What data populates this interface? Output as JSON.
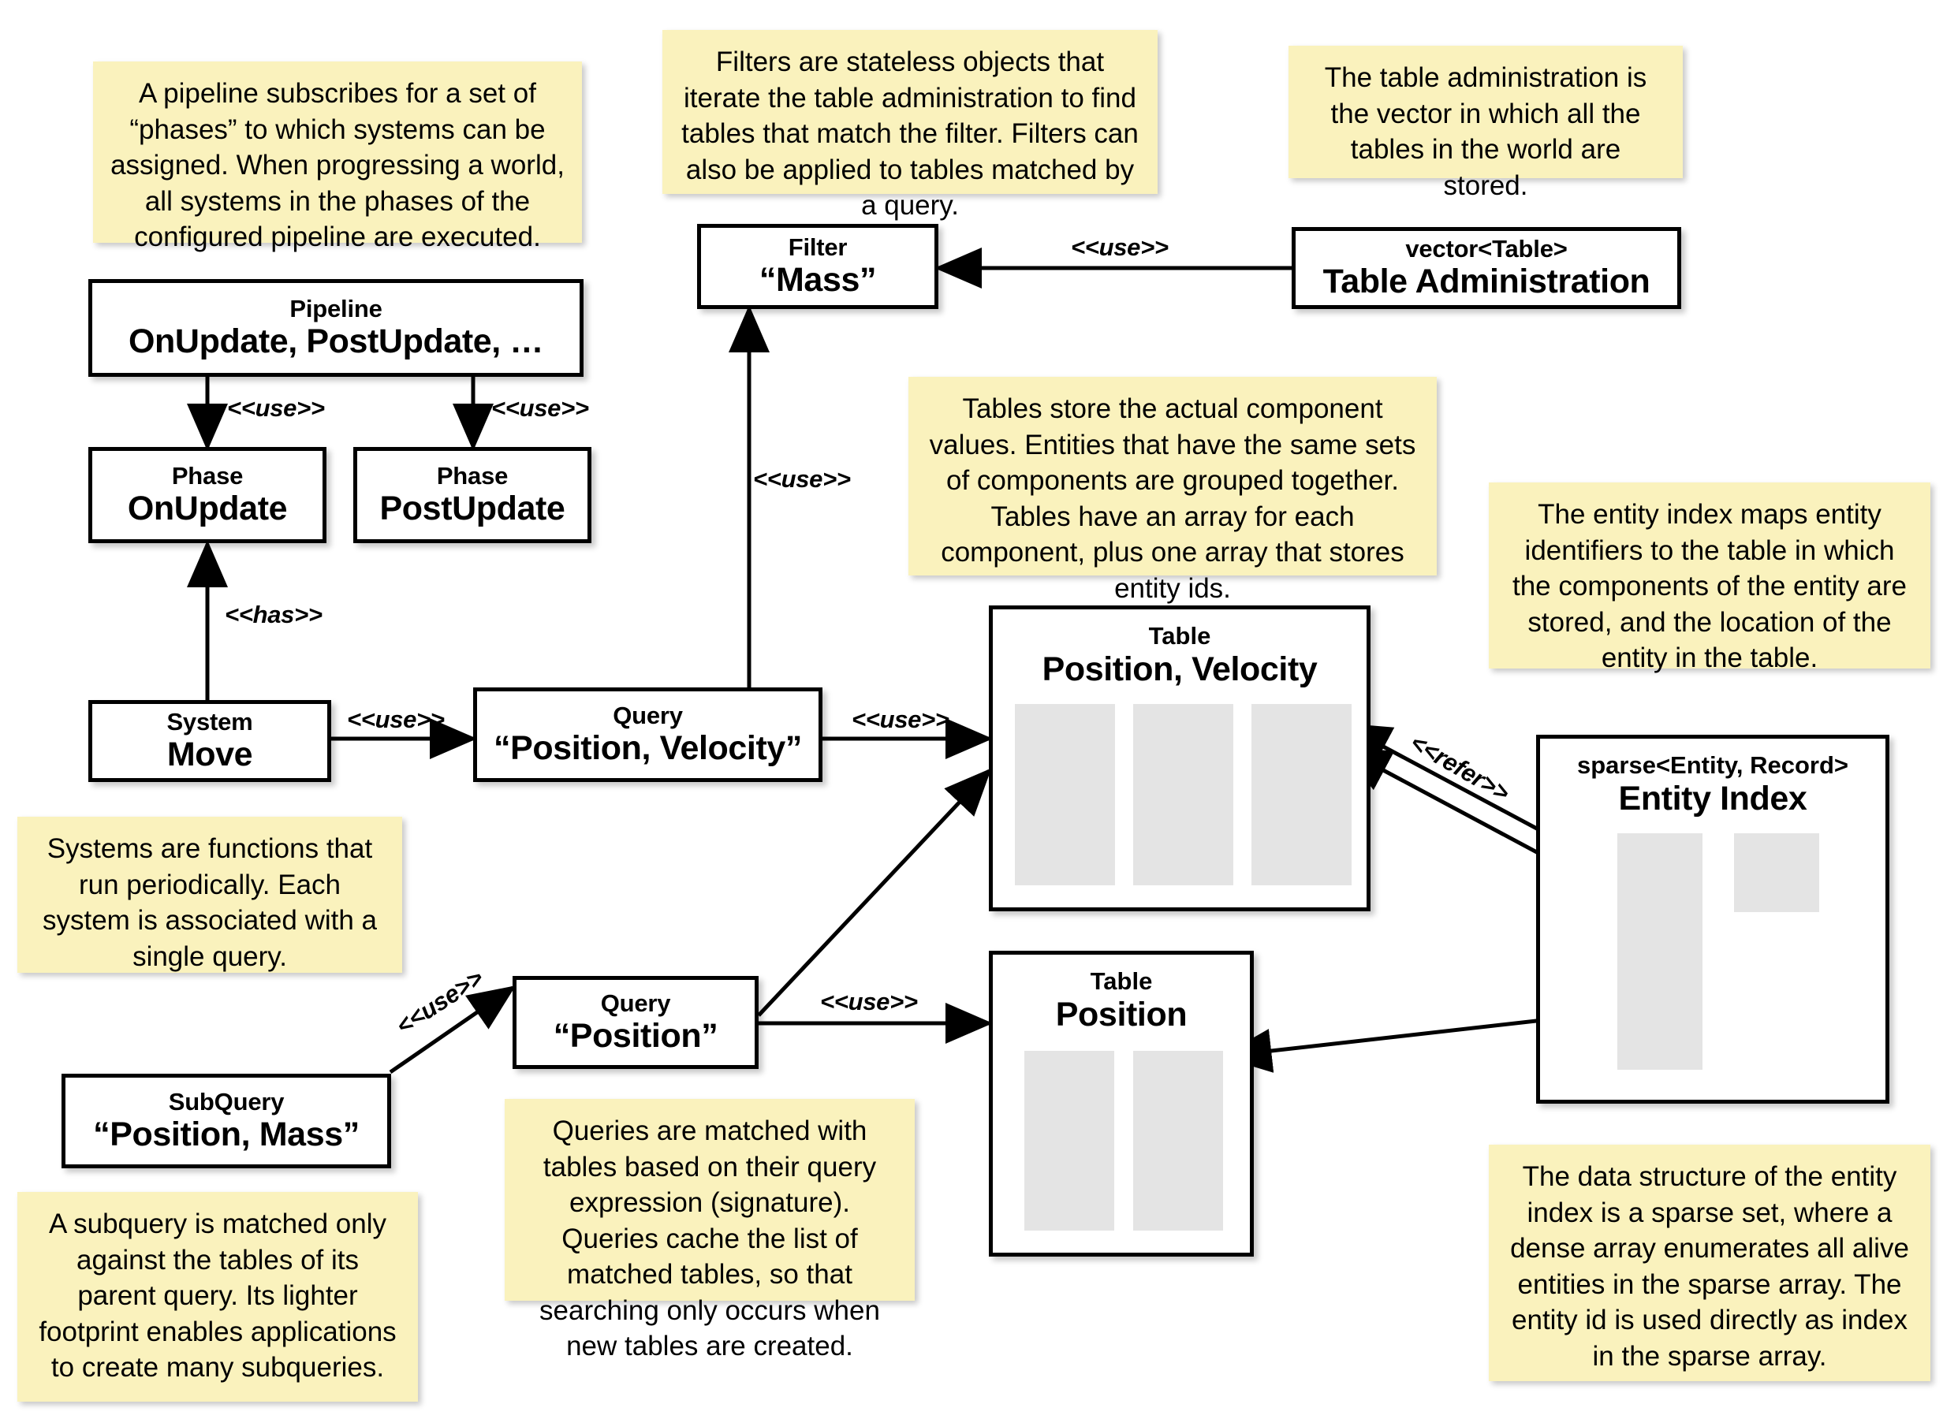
{
  "diagram": {
    "title": "ECS architecture overview",
    "note_color": "#faf2bd",
    "box_fill": "#ffffff",
    "array_fill": "#e4e4e4",
    "line_color": "#000000"
  },
  "notes": {
    "pipeline": "A pipeline subscribes for a set of “phases” to which systems can be assigned. When progressing a world, all systems in the phases of the configured pipeline are executed.",
    "filter": "Filters are stateless objects that iterate the table administration to find tables that match the filter. Filters can also be applied to tables matched by a query.",
    "table_admin": "The table administration is the vector in which all the tables in the world are stored.",
    "tables": "Tables store the actual component values. Entities that have the same sets of components are grouped together. Tables have an array for each component, plus one array that stores entity ids.",
    "entity_index": "The entity index maps entity identifiers to the table in which the components of the entity are stored, and the location of the entity in the table.",
    "systems": "Systems are functions that run periodically. Each system is associated with a single query.",
    "queries": "Queries are matched with tables based on their query expression (signature). Queries cache the list of matched tables, so that searching only occurs when new tables are created.",
    "subquery": "A subquery is matched only against the tables of its parent query. Its lighter footprint enables applications to create many subqueries.",
    "sparse_set": "The data structure of the entity index is a sparse set, where a dense array enumerates all alive entities in the sparse array. The entity id is used directly as index in the sparse array."
  },
  "boxes": {
    "pipeline": {
      "stereotype": "Pipeline",
      "name": "OnUpdate, PostUpdate, …"
    },
    "phase_onupdate": {
      "stereotype": "Phase",
      "name": "OnUpdate"
    },
    "phase_postupdate": {
      "stereotype": "Phase",
      "name": "PostUpdate"
    },
    "system_move": {
      "stereotype": "System",
      "name": "Move"
    },
    "query_posvel": {
      "stereotype": "Query",
      "name": "“Position, Velocity”"
    },
    "query_pos": {
      "stereotype": "Query",
      "name": "“Position”"
    },
    "subquery": {
      "stereotype": "SubQuery",
      "name": "“Position, Mass”"
    },
    "filter_mass": {
      "stereotype": "Filter",
      "name": "“Mass”"
    },
    "table_admin": {
      "stereotype": "vector<Table>",
      "name": "Table Administration"
    },
    "table_posvel": {
      "stereotype": "Table",
      "name": "Position, Velocity",
      "columns": 3
    },
    "table_pos": {
      "stereotype": "Table",
      "name": "Position",
      "columns": 2
    },
    "entity_index": {
      "stereotype": "sparse<Entity, Record>",
      "name": "Entity Index",
      "arrays": [
        "sparse-array",
        "dense-array"
      ]
    }
  },
  "edges": [
    {
      "id": "pipeline-to-onupdate",
      "label": "<<use>>",
      "from": "pipeline",
      "to": "phase_onupdate"
    },
    {
      "id": "pipeline-to-postupdate",
      "label": "<<use>>",
      "from": "pipeline",
      "to": "phase_postupdate"
    },
    {
      "id": "system-has-phase",
      "label": "<<has>>",
      "from": "system_move",
      "to": "phase_onupdate"
    },
    {
      "id": "system-uses-query",
      "label": "<<use>>",
      "from": "system_move",
      "to": "query_posvel"
    },
    {
      "id": "query-uses-filter",
      "label": "<<use>>",
      "from": "query_posvel",
      "to": "filter_mass"
    },
    {
      "id": "query-uses-table",
      "label": "<<use>>",
      "from": "query_posvel",
      "to": "table_posvel"
    },
    {
      "id": "admin-uses-filter",
      "label": "<<use>>",
      "from": "table_admin",
      "to": "filter_mass"
    },
    {
      "id": "subquery-uses-query",
      "label": "<<use>>",
      "from": "subquery",
      "to": "query_pos"
    },
    {
      "id": "querypos-uses-table",
      "label": "<<use>>",
      "from": "query_pos",
      "to": "table_pos"
    },
    {
      "id": "querypos-uses-posvel",
      "label": "",
      "from": "query_pos",
      "to": "table_posvel"
    },
    {
      "id": "index-refers-table",
      "label": "<<refer>>",
      "from": "entity_index",
      "to": "table_posvel"
    },
    {
      "id": "index-refers-tablepos",
      "label": "",
      "from": "entity_index",
      "to": "table_pos"
    }
  ]
}
